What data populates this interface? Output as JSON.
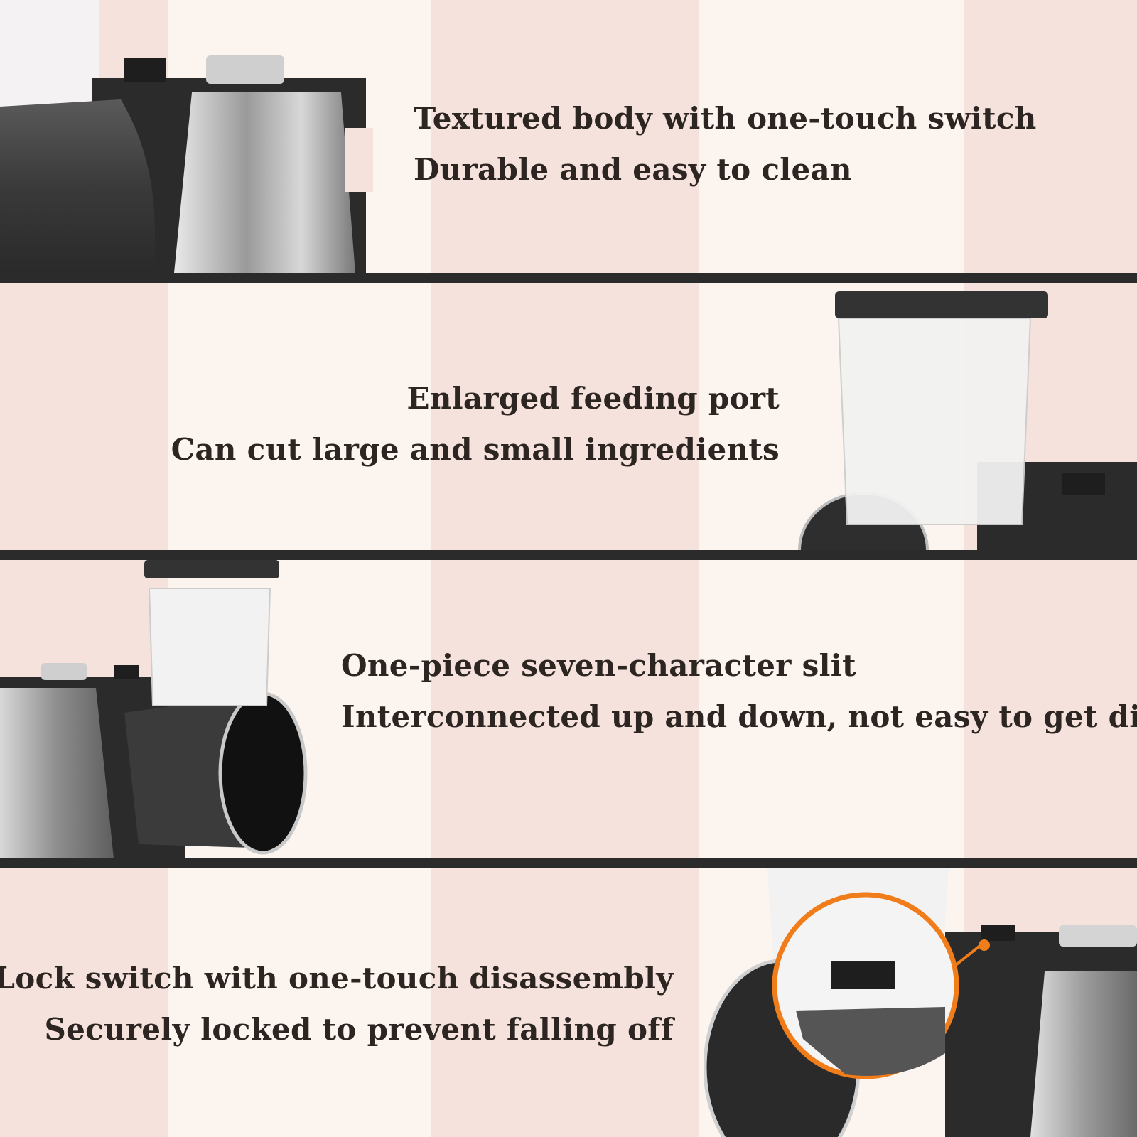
{
  "features": [
    {
      "title": "Textured body with one-touch switch",
      "subtitle": "Durable and easy to clean"
    },
    {
      "title": "Enlarged feeding port",
      "subtitle": "Can cut large and small ingredients"
    },
    {
      "title": "One-piece seven-character slit",
      "subtitle": "Interconnected up and down, not easy to get dirty"
    },
    {
      "title": "Lock switch with one-touch disassembly",
      "subtitle": "Securely locked to prevent falling off"
    }
  ],
  "colors": {
    "stripe_pink": "#f5e2dc",
    "stripe_cream": "#fcf4ef",
    "divider": "#2b2b2b",
    "text": "#2c2522",
    "highlight_ring": "#f07c1a"
  },
  "icons": [
    "appliance-body-illustration",
    "feeding-tube-illustration",
    "grater-cylinder-illustration",
    "lock-switch-zoom-illustration"
  ]
}
